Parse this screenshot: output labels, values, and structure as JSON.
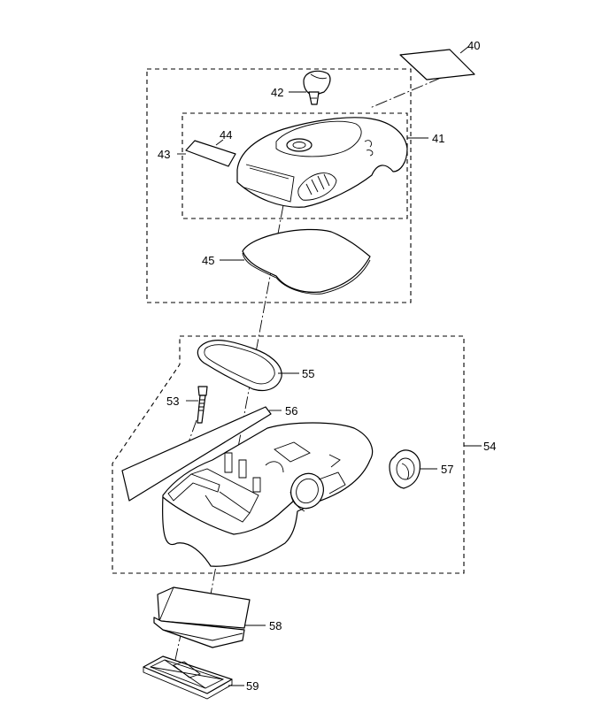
{
  "callouts": {
    "c40": "40",
    "c41": "41",
    "c42": "42",
    "c43": "43",
    "c44": "44",
    "c45": "45",
    "c53": "53",
    "c54": "54",
    "c55": "55",
    "c56": "56",
    "c57": "57",
    "c58": "58",
    "c59": "59"
  }
}
